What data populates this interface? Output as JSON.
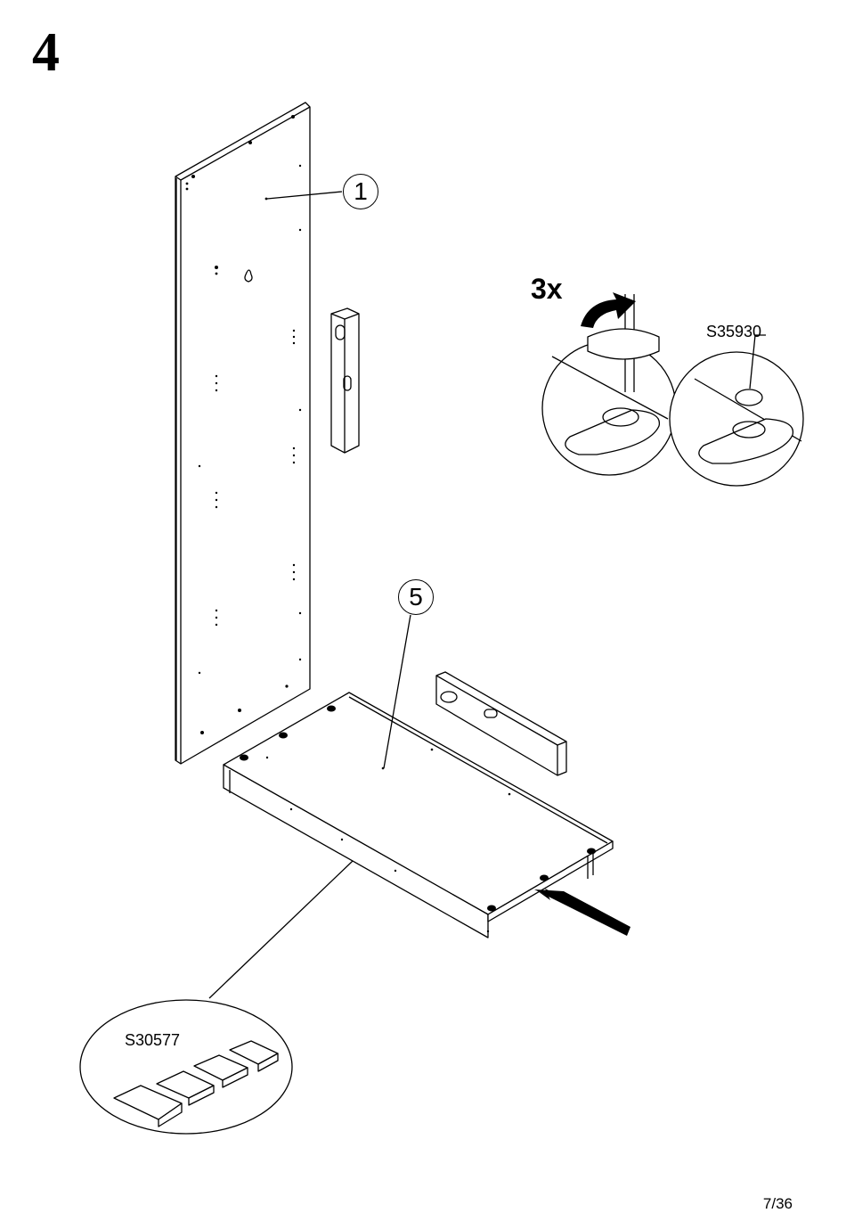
{
  "step": {
    "number": "4"
  },
  "callouts": {
    "panel": "1",
    "base": "5"
  },
  "adjustment": {
    "multiplier": "3x",
    "cap_code": "S35930"
  },
  "shims": {
    "code": "S30577"
  },
  "page": {
    "number": "7/36"
  }
}
